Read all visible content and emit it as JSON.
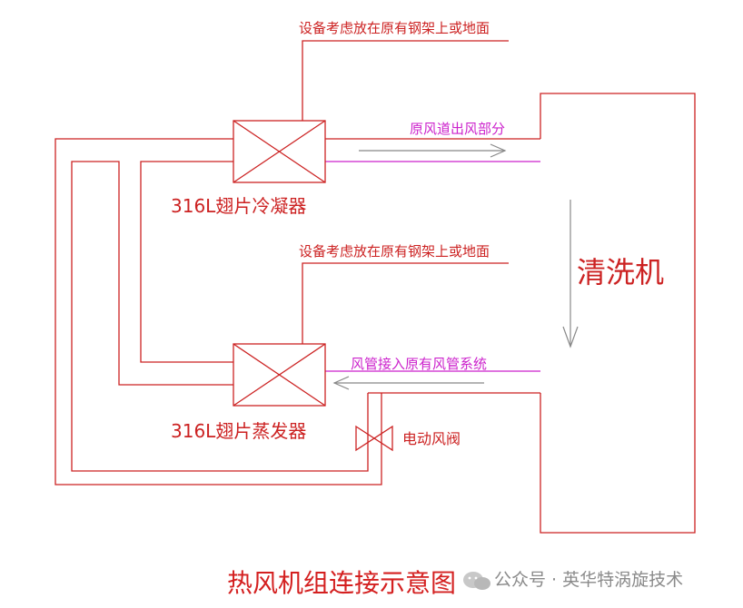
{
  "title": "热风机组连接示意图",
  "components": {
    "condenser": {
      "label": "316L翅片冷凝器"
    },
    "evaporator": {
      "label": "316L翅片蒸发器"
    },
    "washer": {
      "label": "清洗机"
    },
    "valve": {
      "label": "电动风阀"
    }
  },
  "annotations": {
    "condenser_support": "设备考虑放在原有钢架上或地面",
    "evaporator_support": "设备考虑放在原有钢架上或地面",
    "outlet_air": "原风道出风部分",
    "inlet_air": "风管接入原有风管系统"
  },
  "watermark": {
    "text": "公众号 · 英华特涡旋技术"
  },
  "colors": {
    "line": "#cc2222",
    "duct": "#cc22cc",
    "arrow": "#888888",
    "title": "#d42020",
    "watermark": "#8a8a8a"
  }
}
